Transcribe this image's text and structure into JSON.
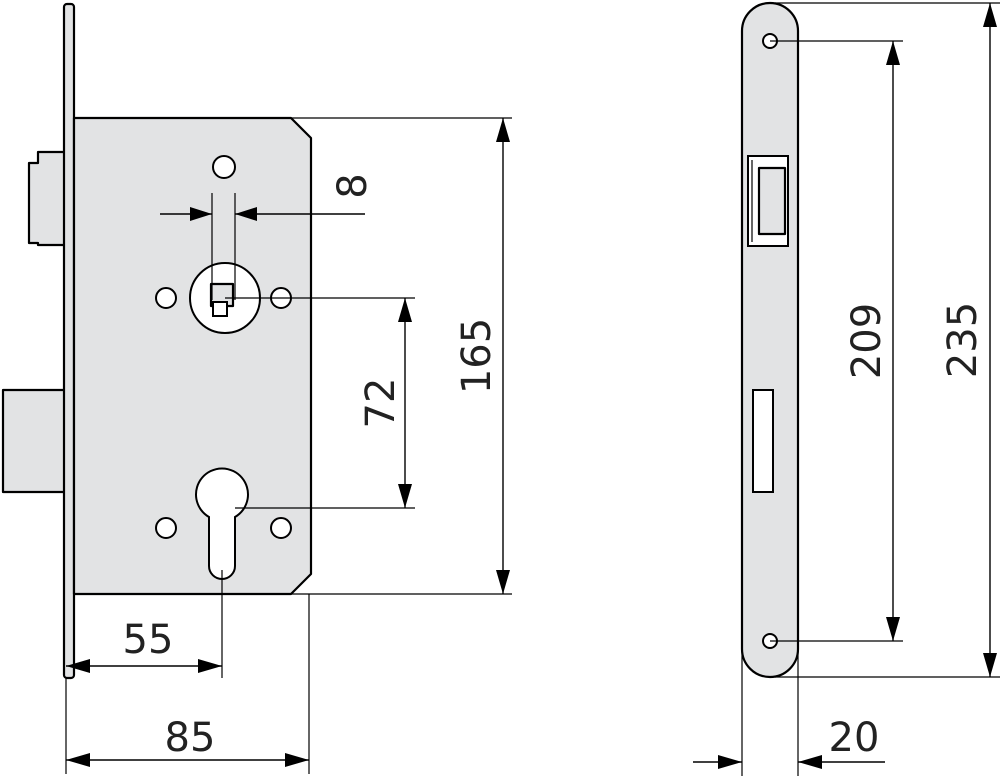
{
  "dimensions": {
    "backset": "55",
    "body_depth": "85",
    "spindle_width": "8",
    "handle_to_cylinder": "72",
    "body_height": "165",
    "faceplate_screw_spacing": "209",
    "faceplate_height": "235",
    "faceplate_width": "20"
  },
  "colors": {
    "part_fill": "#e2e3e4",
    "line": "#000000",
    "text": "#222222"
  }
}
